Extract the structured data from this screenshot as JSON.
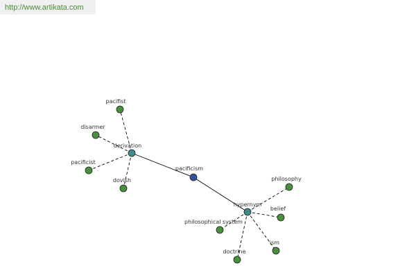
{
  "header": {
    "url": "http://www.artikata.com"
  },
  "colors": {
    "center_node": "#3a4f9a",
    "relation_node": "#3f8a8a",
    "leaf_node": "#4a8f3e",
    "node_stroke": "#1f1f1f",
    "edge": "#000000",
    "url_text": "#4b8a3a"
  },
  "graph": {
    "center": {
      "id": "pacificism",
      "label": "pacificism"
    },
    "relations": [
      {
        "id": "derivation",
        "label": "derivation",
        "terms": [
          "pacifist",
          "disarmer",
          "pacificist",
          "dovish"
        ]
      },
      {
        "id": "hypernym",
        "label": "hypernym",
        "terms": [
          "philosophy",
          "belief",
          "philosophical system",
          "ism",
          "doctrine"
        ]
      }
    ]
  }
}
